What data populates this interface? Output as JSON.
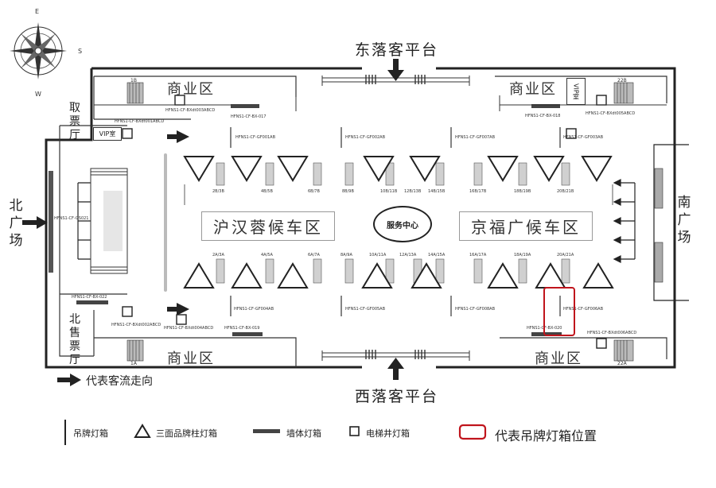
{
  "compass": {
    "east": "E",
    "south": "S",
    "west": "W"
  },
  "platforms": {
    "top": "东落客平台",
    "bottom": "西落客平台"
  },
  "plazas": {
    "north": "北\n广\n场",
    "south": "南\n广\n场"
  },
  "halls": {
    "ticket_pickup": "取\n票\n厅",
    "ticket_sale": "北\n售\n票\n厅"
  },
  "commercial": {
    "top_left": "商业区",
    "top_right": "商业区",
    "bottom_left": "商业区",
    "bottom_right": "商业区"
  },
  "waiting": {
    "left": "沪汉蓉候车区",
    "right": "京福广候车区"
  },
  "service_center": "服务中心",
  "vip": {
    "left": "VIP室",
    "right": "VIP室"
  },
  "gates_top": [
    "2B/3B",
    "4B/5B",
    "6B/7B",
    "8B/9B",
    "10B/11B",
    "12B/13B",
    "14B/15B",
    "16B/17B",
    "18B/19B",
    "20B/21B"
  ],
  "gates_bottom": [
    "2A/3A",
    "4A/5A",
    "6A/7A",
    "8A/9A",
    "10A/11A",
    "12A/13A",
    "14A/15A",
    "16A/17A",
    "18A/19A",
    "20A/21A"
  ],
  "corner_labels": {
    "tl": "1B",
    "tr": "22B",
    "bl": "1A",
    "br": "22A"
  },
  "codes": {
    "north_wall": "HFNS1-CF-GS021",
    "box_tl": "HFNS1-CF-BXdt003ABCD",
    "wall_tl": "HFNS1-CF-BX-017",
    "box_vip_l": "HFNS1-CF-BXdt001ABCD",
    "box_tr": "HFNS1-CF-BX-018",
    "box_tr2": "HFNS1-CF-BXdt005ABCD",
    "top_row": [
      "HFNS1-CF-GF001AB",
      "HFNS1-CF-GF002AB",
      "HFNS1-CF-GF007AB",
      "HFNS1-CF-GF003AB"
    ],
    "bottom_row": [
      "HFNS1-CF-GF004AB",
      "HFNS1-CF-GF005AB",
      "HFNS1-CF-GF008AB",
      "HFNS1-CF-GF006AB"
    ],
    "wall_bl": "HFNS1-CF-BX-022",
    "box_bl": "HFNS1-CF-BXdt002ABCD",
    "box_bl2": "HFNS1-CF-BXdt004ABCD",
    "wall_bm": "HFNS1-CF-BX-019",
    "wall_br": "HFNS1-CF-BX-020",
    "box_br": "HFNS1-CF-BXdt006ABCD"
  },
  "legend": {
    "flow": "代表客流走向",
    "hanging": "吊牌灯箱",
    "triangle": "三面品牌柱灯箱",
    "wall": "墙体灯箱",
    "elevator": "电梯井灯箱",
    "highlight": "代表吊牌灯箱位置"
  },
  "colors": {
    "highlight": "#c0141c",
    "line": "#222222",
    "pillar": "#888888"
  }
}
